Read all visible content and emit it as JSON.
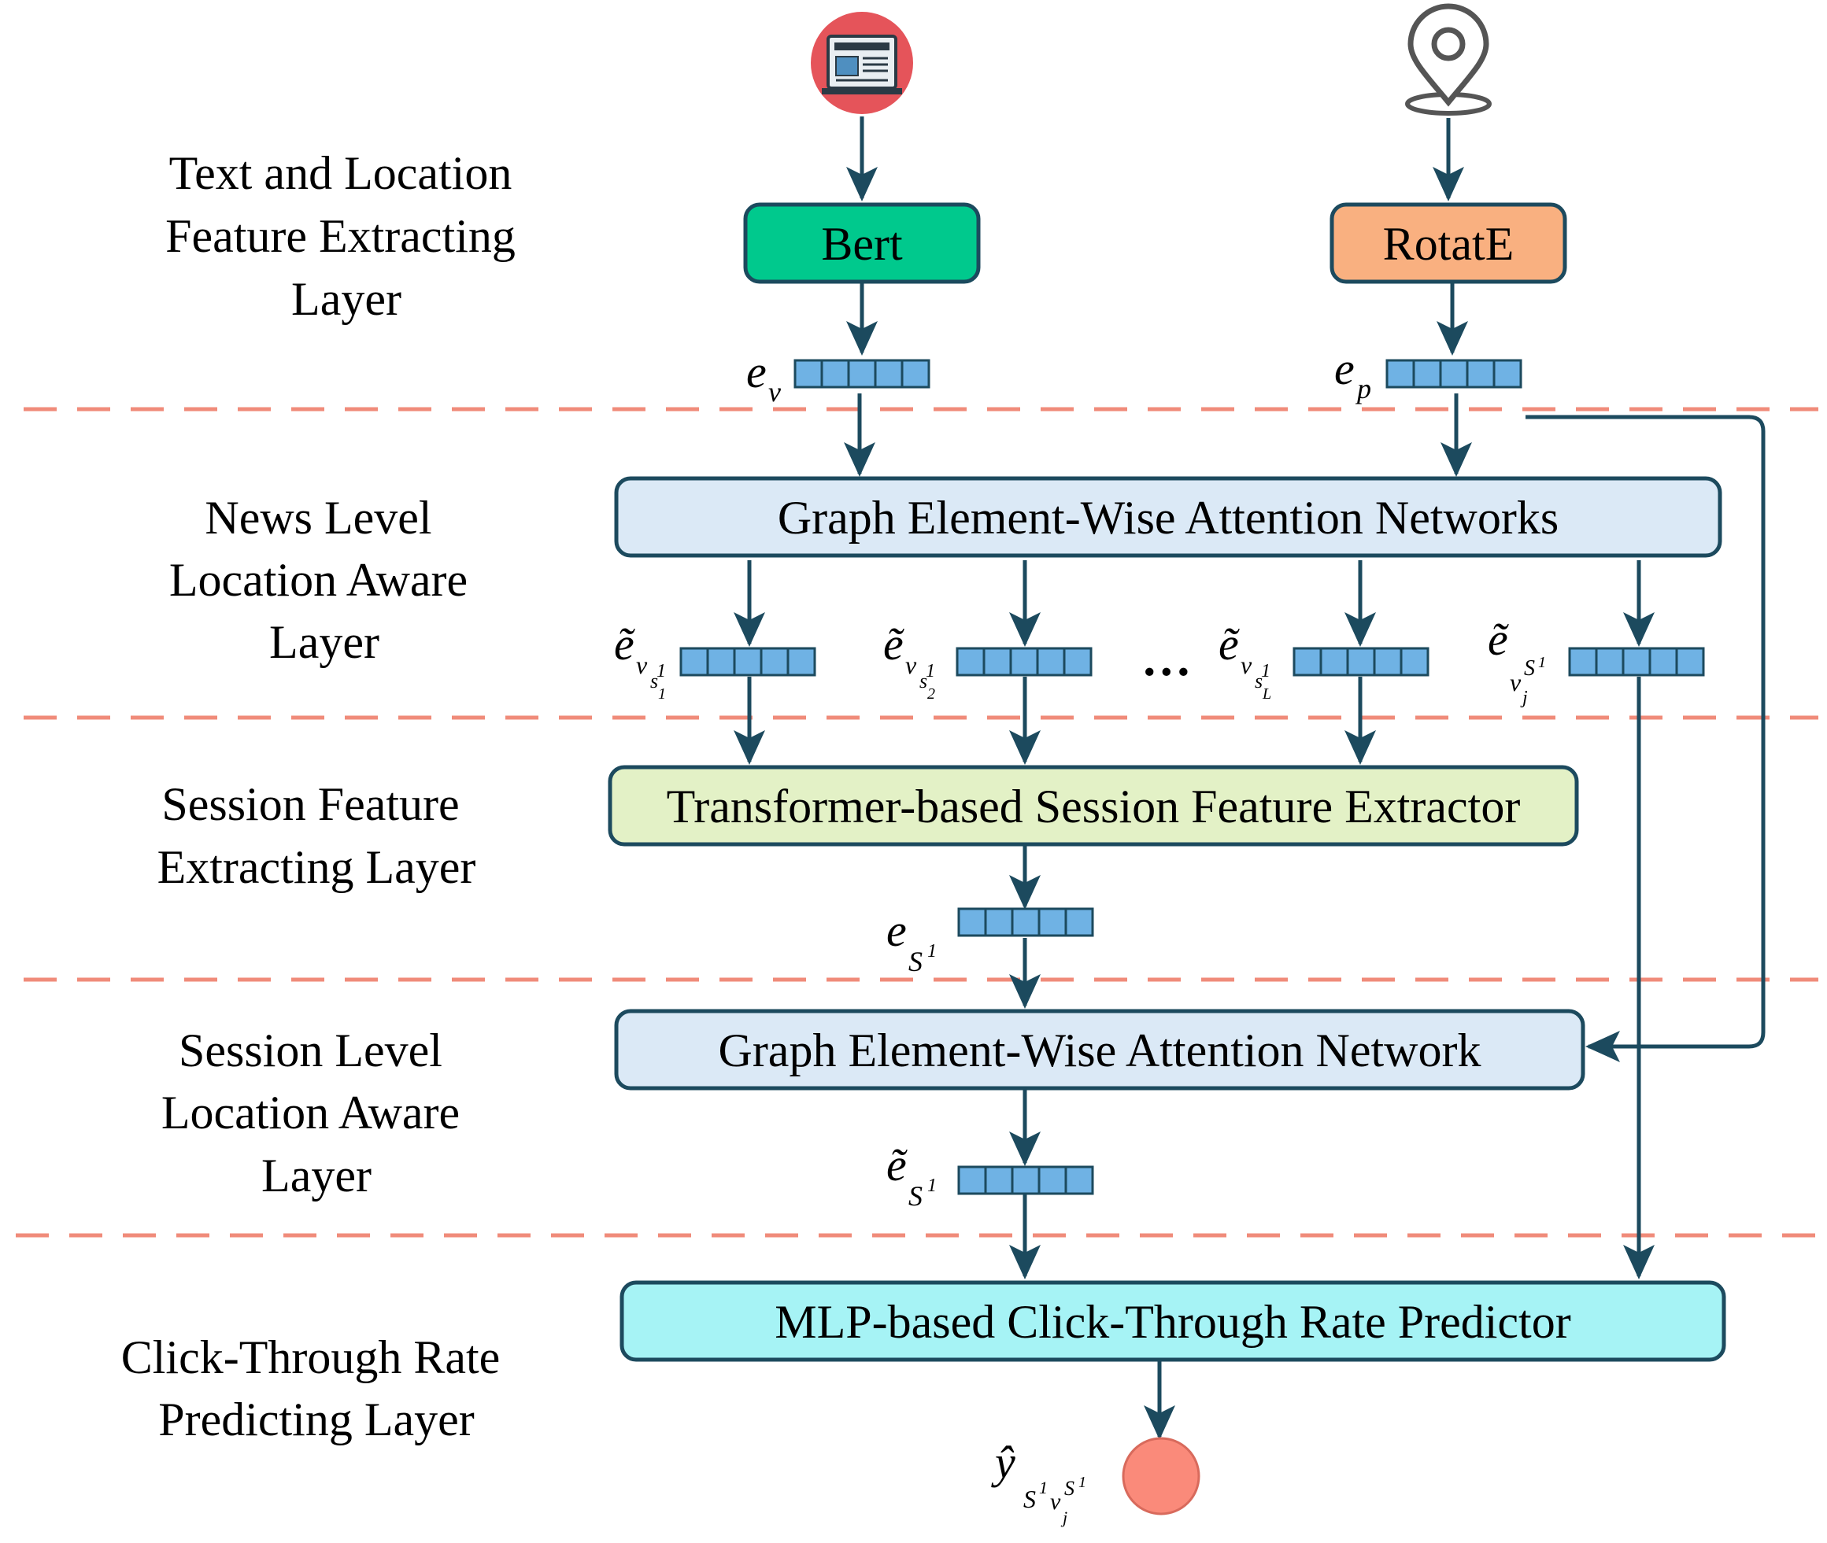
{
  "layers": [
    {
      "lines": [
        "Text and Location",
        "Feature Extracting",
        "Layer"
      ]
    },
    {
      "lines": [
        "News Level",
        "Location Aware",
        "Layer"
      ]
    },
    {
      "lines": [
        "Session Feature",
        "Extracting Layer"
      ]
    },
    {
      "lines": [
        "Session Level",
        "Location Aware",
        "Layer"
      ]
    },
    {
      "lines": [
        "Click-Through Rate",
        "Predicting Layer"
      ]
    }
  ],
  "boxes": {
    "bert": {
      "label": "Bert",
      "color": "#00c98d"
    },
    "rotate": {
      "label": "RotatE",
      "color": "#f9b080"
    },
    "gewan_news": {
      "label": "Graph Element-Wise Attention Networks",
      "color": "#dbe9f6"
    },
    "transformer": {
      "label": "Transformer-based Session Feature Extractor",
      "color": "#e3f1c6"
    },
    "gewan_session": {
      "label": "Graph Element-Wise Attention Network",
      "color": "#dbe9f6"
    },
    "mlp": {
      "label": "MLP-based Click-Through Rate Predictor",
      "color": "#a6f3f5"
    }
  },
  "symbols": {
    "e_v": {
      "base": "e",
      "sub": "v"
    },
    "e_p": {
      "base": "e",
      "sub": "p"
    },
    "et_1": {
      "base": "ẽ",
      "sub": "v",
      "subsub": "s",
      "subsubsub": "1",
      "sup": "1"
    },
    "et_2": {
      "base": "ẽ",
      "sub": "v",
      "subsub": "s",
      "subsubsub": "2",
      "sup": "1"
    },
    "et_L": {
      "base": "ẽ",
      "sub": "v",
      "subsub": "s",
      "subsubsub": "L",
      "sup": "1"
    },
    "et_j": {
      "base": "ẽ",
      "sub": "v",
      "subsub": "j",
      "sup": "S",
      "supsup": "1"
    },
    "e_s": {
      "base": "e",
      "sub": "S",
      "sup": "1"
    },
    "et_s": {
      "base": "ẽ",
      "sub": "S",
      "sup": "1"
    },
    "y_hat": {
      "base": "ŷ",
      "sub1": "S",
      "sup1": "1",
      "sub2": "v",
      "subsub2": "j",
      "sup2": "S",
      "supsup2": "1"
    }
  },
  "ellipsis": "…",
  "colors": {
    "separator": "#f08b7a",
    "arrow": "#1c4a5e",
    "vector_cell": "#6fb2e4",
    "output_circle": "#fa8a7a",
    "news_icon_bg": "#e5545a"
  },
  "icons": {
    "news": "newspaper-icon",
    "location": "map-pin-icon"
  }
}
